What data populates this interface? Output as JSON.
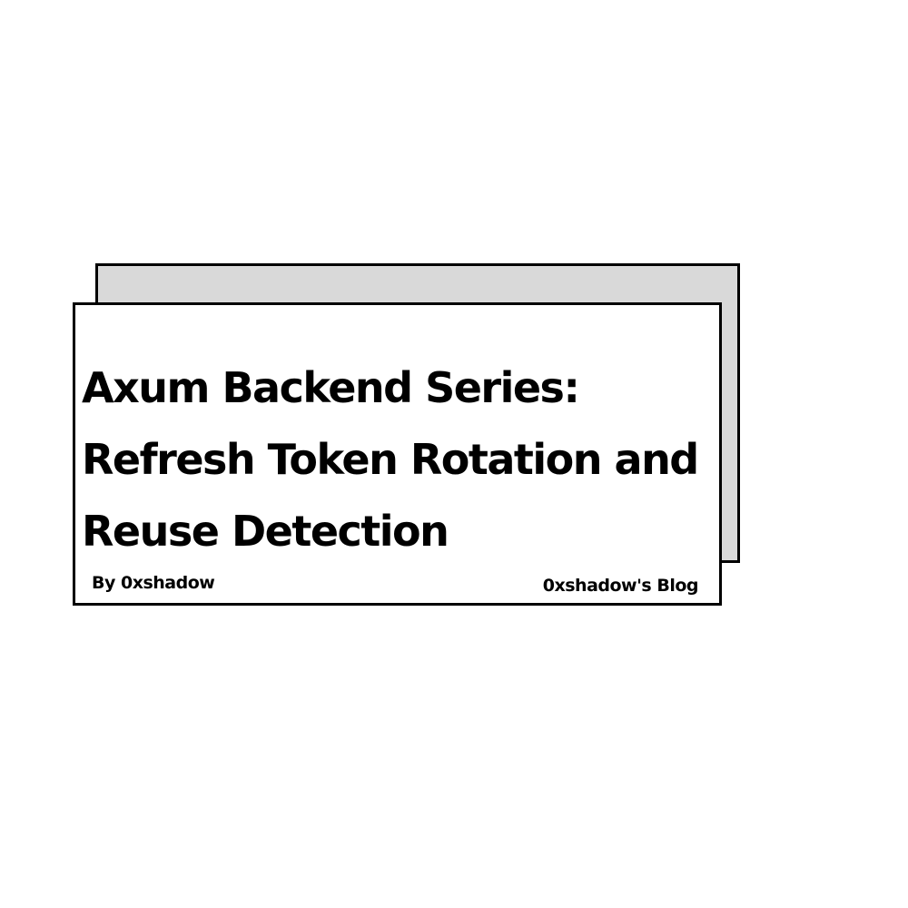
{
  "card": {
    "title_lines": [
      "Axum Backend Series:",
      "Refresh Token Rotation and",
      "Reuse Detection"
    ],
    "author": "By 0xshadow",
    "blog_name": "0xshadow's Blog"
  },
  "colors": {
    "background": "#ffffff",
    "back_card_fill": "#d9d9d9",
    "front_card_fill": "#ffffff",
    "border": "#000000",
    "text": "#000000"
  }
}
